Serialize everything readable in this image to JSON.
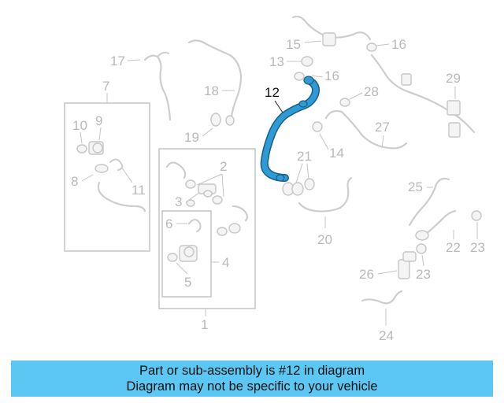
{
  "diagram": {
    "highlighted_part": "12",
    "highlight_color": "#2e9ad6",
    "callouts": {
      "p1": "1",
      "p2": "2",
      "p3": "3",
      "p4": "4",
      "p5": "5",
      "p6": "6",
      "p7": "7",
      "p8": "8",
      "p9": "9",
      "p10": "10",
      "p11": "11",
      "p12": "12",
      "p13": "13",
      "p14": "14",
      "p15": "15",
      "p16a": "16",
      "p16b": "16",
      "p17": "17",
      "p18": "18",
      "p19": "19",
      "p20": "20",
      "p21": "21",
      "p22": "22",
      "p23a": "23",
      "p23b": "23",
      "p24": "24",
      "p25": "25",
      "p26": "26",
      "p27": "27",
      "p28": "28",
      "p29": "29"
    }
  },
  "banner": {
    "line1": "Part or sub-assembly is #12 in diagram",
    "line2": "Diagram may not be specific to your vehicle",
    "color": "#5bc7f2"
  }
}
